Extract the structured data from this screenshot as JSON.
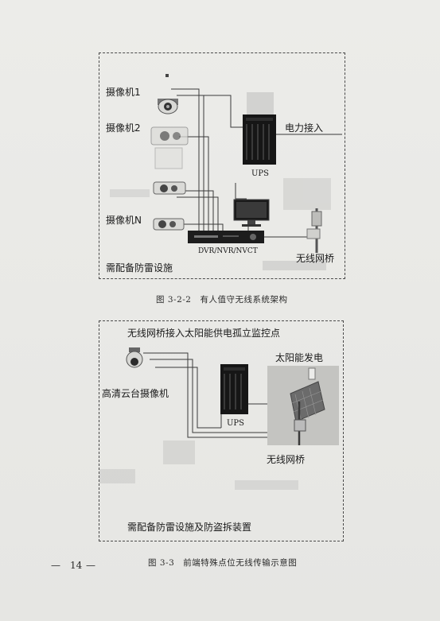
{
  "figure1": {
    "camera_labels": [
      "摄像机1",
      "摄像机2",
      "摄像机N"
    ],
    "power_label": "电力接入",
    "ups_label": "UPS",
    "dvr_label": "DVR/NVR/NVCT",
    "bridge_label": "无线网桥",
    "lightning_note": "需配备防雷设施",
    "caption": "图 3-2-2　有人值守无线系统架构"
  },
  "figure2": {
    "title": "无线网桥接入太阳能供电孤立监控点",
    "camera_label": "高清云台摄像机",
    "ups_label": "UPS",
    "solar_label": "太阳能发电",
    "bridge_label": "无线网桥",
    "note": "需配备防雷设施及防盗拆装置",
    "caption": "图 3-3　前端特殊点位无线传输示意图"
  },
  "page_number": "14"
}
